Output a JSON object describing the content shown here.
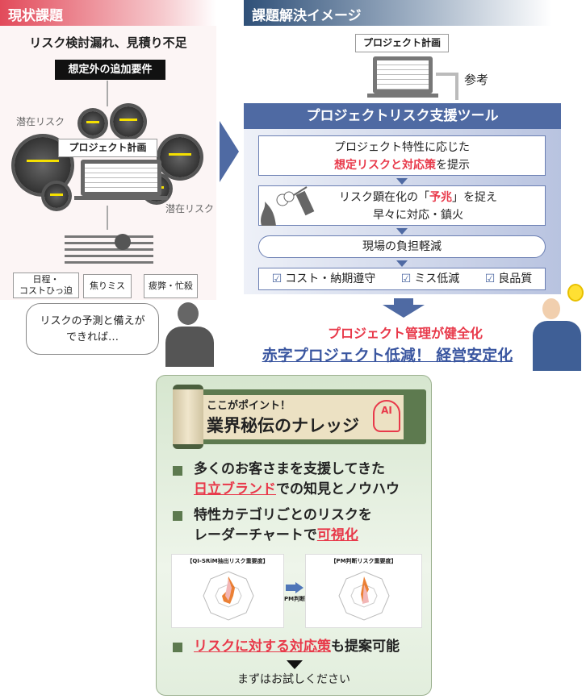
{
  "left": {
    "header": "現状課題",
    "title": "リスク検討漏れ、見積り不足",
    "trigger": "想定外の追加要件",
    "latent1": "潜在リスク",
    "latent2": "潜在リスク",
    "plan": "プロジェクト計画",
    "effects": [
      "日程・\nコストひっ迫",
      "焦りミス",
      "疲弊・忙殺"
    ],
    "bubble1": "リスクの予測と備えが",
    "bubble2": "できれば…"
  },
  "right": {
    "header": "課題解決イメージ",
    "plan": "プロジェクト計画",
    "ref": "参考",
    "tool": "プロジェクトリスク支援ツール",
    "step1a": "プロジェクト特性に応じた",
    "step1b": "想定リスクと対応策",
    "step1c": "を提示",
    "step2a": "リスク顕在化の「",
    "step2b": "予兆",
    "step2c": "」を捉え",
    "step2d": "早々に対応・鎮火",
    "step3": "現場の負担軽減",
    "checks": [
      "コスト・納期遵守",
      "ミス低減",
      "良品質"
    ],
    "result1": "プロジェクト管理が健全化",
    "result2": "赤字プロジェクト低減！ 経営安定化"
  },
  "point": {
    "small": "ここがポイント！",
    "big": "業界秘伝のナレッジ",
    "ai": "AI",
    "b1a": "多くのお客さまを支援してきた",
    "b1b": "日立ブランド",
    "b1c": "での知見とノウハウ",
    "b2a": "特性カテゴリごとのリスクを",
    "b2b": "レーダーチャートで",
    "b2c": "可視化",
    "chart1": "【QI-SRiM抽出リスク重要度】",
    "chart2": "【PM判断リスク重要度】",
    "pm": "PM判断",
    "b3a": "リスクに対する対応策",
    "b3b": "も提案可能",
    "cta": "まずはお試しください"
  },
  "colors": {
    "red": "#e8394a",
    "navy": "#4f6aa3",
    "green": "#5d7a4f"
  }
}
